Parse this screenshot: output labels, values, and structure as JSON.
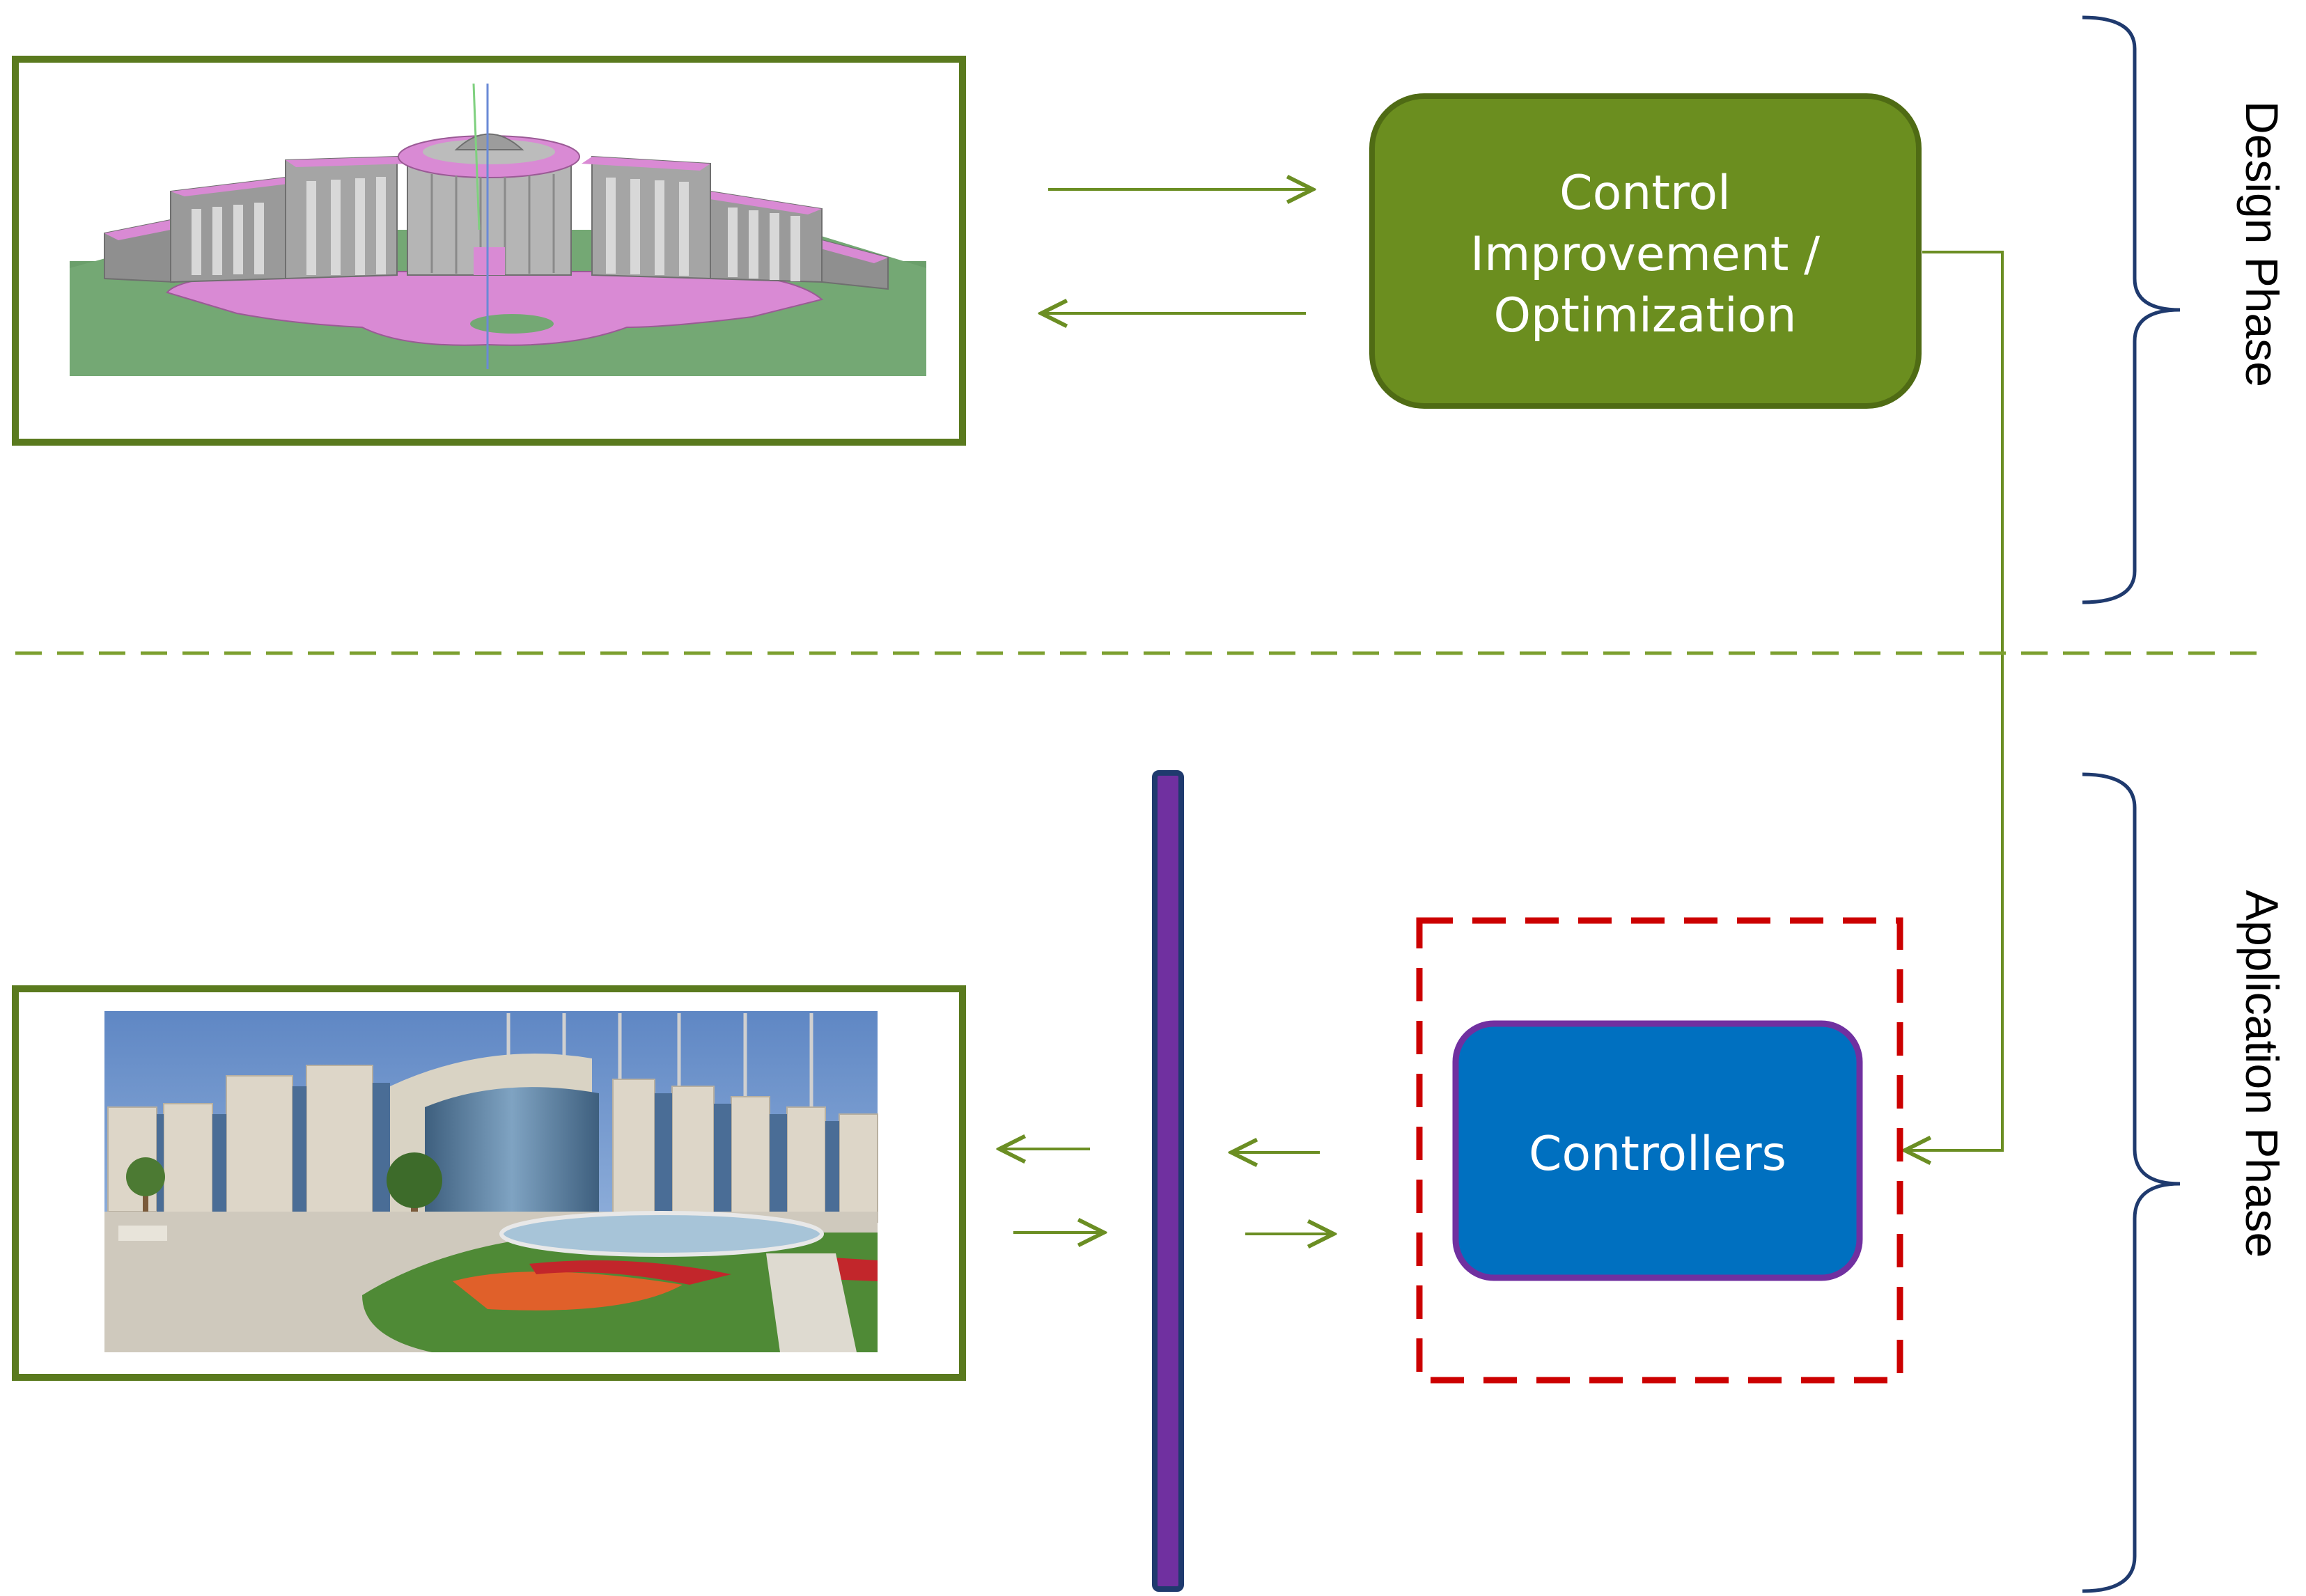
{
  "diagram": {
    "control_box": {
      "lines": [
        "Control",
        "Improvement /",
        "Optimization"
      ],
      "fill": "#6b8e1f",
      "stroke": "#4f6b14"
    },
    "controllers_box": {
      "label": "Controllers",
      "fill": "#0070c0",
      "stroke": "#7030a0"
    },
    "phases": {
      "design": "Design Phase",
      "application": "Application  Phase"
    },
    "colors": {
      "arrow": "#6b8e23",
      "frame": "#5a7a1e",
      "dashed_divider": "#7da030",
      "dashed_box": "#cc0000",
      "brace": "#1f3a6e",
      "bar_fill": "#7030a0",
      "bar_stroke": "#1f3a6e"
    },
    "images": {
      "model_3d": "3d-building-model-render",
      "photo": "building-photo"
    }
  }
}
